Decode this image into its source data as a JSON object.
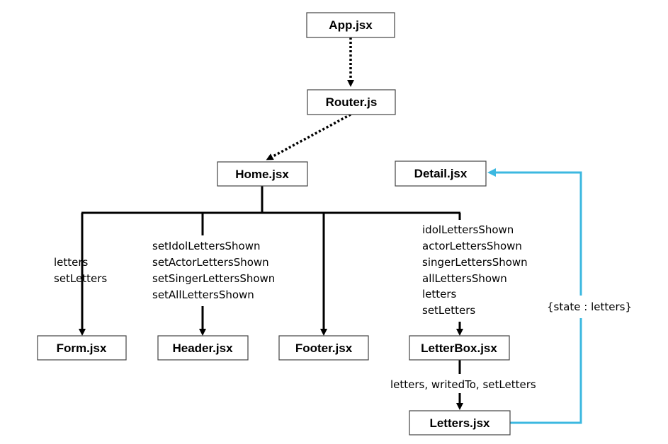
{
  "nodes": {
    "app": "App.jsx",
    "router": "Router.js",
    "home": "Home.jsx",
    "detail": "Detail.jsx",
    "form": "Form.jsx",
    "header": "Header.jsx",
    "footer": "Footer.jsx",
    "letterbox": "LetterBox.jsx",
    "letters": "Letters.jsx"
  },
  "props": {
    "form": [
      "letters",
      "setLetters"
    ],
    "header": [
      "setIdolLettersShown",
      "setActorLettersShown",
      "setSingerLettersShown",
      "setAllLettersShown"
    ],
    "letterbox": [
      "idolLettersShown",
      "actorLettersShown",
      "singerLettersShown",
      "allLettersShown",
      "letters",
      "setLetters"
    ],
    "letters": "letters, writedTo, setLetters"
  },
  "state_label": "{state : letters}",
  "colors": {
    "edge": "#000000",
    "state_edge": "#3cb8e0",
    "box_border": "#444444"
  }
}
